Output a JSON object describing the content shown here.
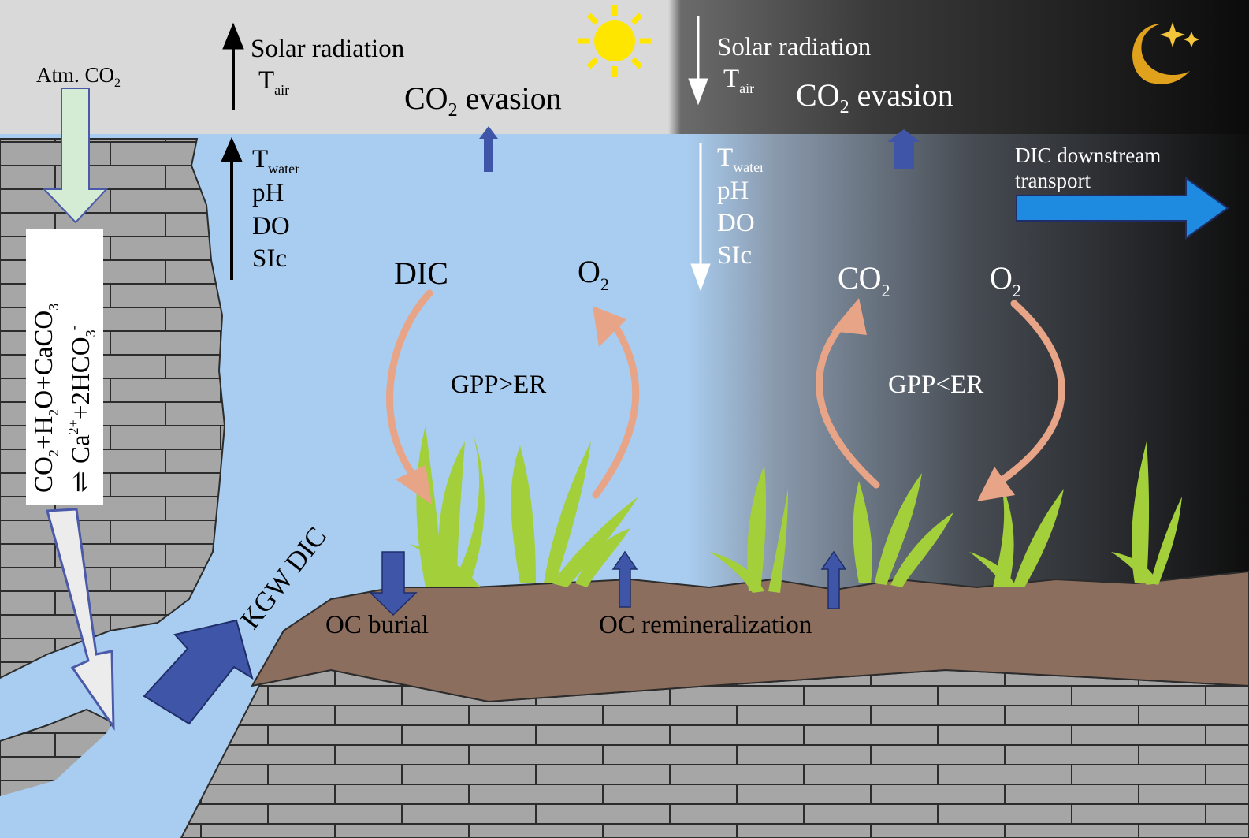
{
  "day": {
    "atm_co2_label": "Atm. CO",
    "atm_co2_sub": "2",
    "solar_radiation": "Solar radiation",
    "t_air": "T",
    "t_air_sub": "air",
    "co2_evasion": "CO",
    "co2_evasion_sub": "2",
    "co2_evasion_word": " evasion",
    "t_water": "T",
    "t_water_sub": "water",
    "ph": "pH",
    "do": "DO",
    "sic": "SIc",
    "dic": "DIC",
    "o2": "O",
    "o2_sub": "2",
    "gpp_er": "GPP>ER",
    "oc_burial": "OC burial",
    "kgw_dic": "KGW DIC"
  },
  "night": {
    "solar_radiation": "Solar radiation",
    "t_air": "T",
    "t_air_sub": "air",
    "co2_evasion": "CO",
    "co2_evasion_sub": "2",
    "co2_evasion_word": " evasion",
    "t_water": "T",
    "t_water_sub": "water",
    "ph": "pH",
    "do": "DO",
    "sic": "SIc",
    "co2": "CO",
    "co2_sub": "2",
    "o2": "O",
    "o2_sub": "2",
    "gpp_er": "GPP<ER",
    "dic_downstream_1": "DIC downstream",
    "dic_downstream_2": "transport",
    "oc_remineralization": "OC remineralization"
  },
  "equation": {
    "line1_a": "CO",
    "line1_b": "2",
    "line1_c": "+H",
    "line1_d": "2",
    "line1_e": "O+CaCO",
    "line1_f": "3",
    "line2_a": "Ca",
    "line2_b": "2+",
    "line2_c": "+2HCO",
    "line2_d": "3",
    "line2_e": "-",
    "arrow": "⇌"
  },
  "colors": {
    "sky_day": "#d9d9d9",
    "sky_night": "#111111",
    "water": "#a9cdf0",
    "rock": "#a6a6a6",
    "sediment": "#8c6e5e",
    "process_arrow": "#e8a487",
    "flux_arrow": "#3f56a8",
    "downstream_arrow": "#1e8be0",
    "atm_arrow": "#d5ecd4",
    "plant": "#a3cf3b",
    "sun": "#ffe600",
    "moon": "#e0a21c"
  },
  "icons": {
    "sun": "sun-icon",
    "moon": "moon-icon",
    "stars": "star-icon"
  }
}
